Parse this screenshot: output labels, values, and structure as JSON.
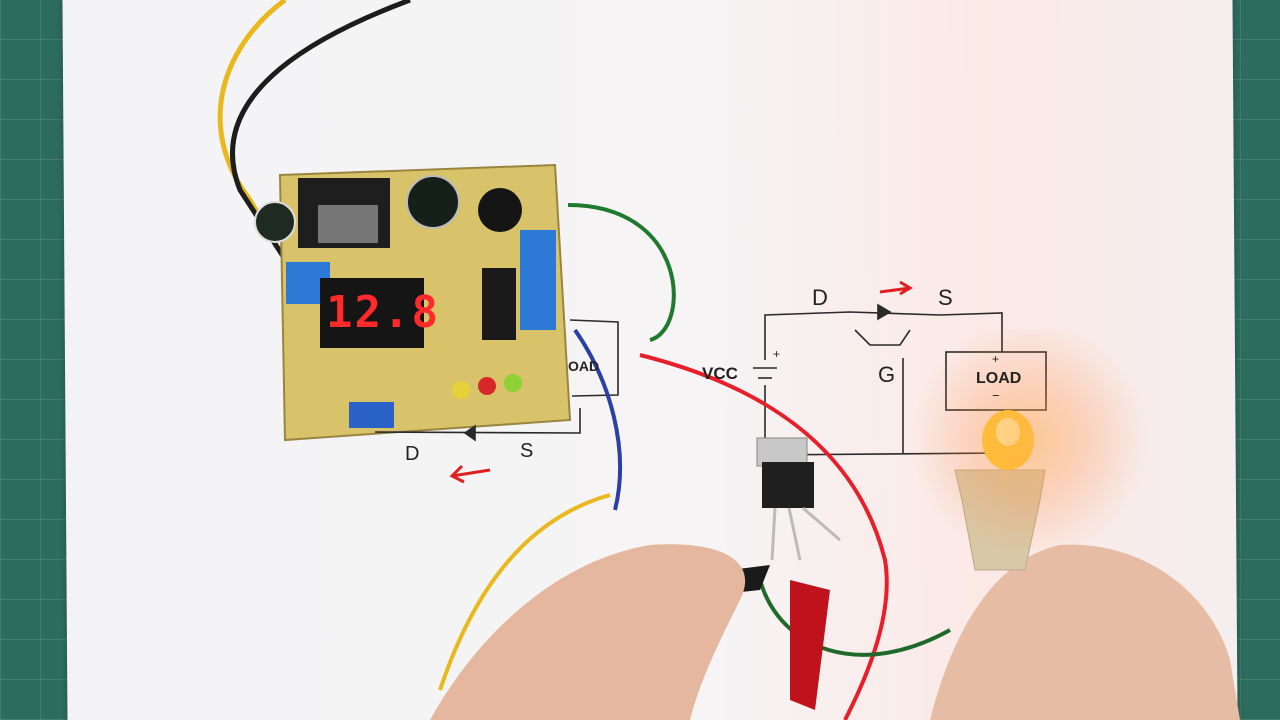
{
  "display": {
    "reading": "12.8"
  },
  "schematic_right": {
    "drain": "D",
    "source": "S",
    "gate": "G",
    "supply": "VCC",
    "load_label": "LOAD",
    "load_plus": "+",
    "load_minus": "−",
    "battery_plus": "+"
  },
  "schematic_left": {
    "drain": "D",
    "source": "S",
    "load_fragment": "OAD"
  },
  "colors": {
    "display_red": "#ff2a2a",
    "pcb": "#d9c36a",
    "ink": "#222222",
    "annotation": "#e02020"
  }
}
